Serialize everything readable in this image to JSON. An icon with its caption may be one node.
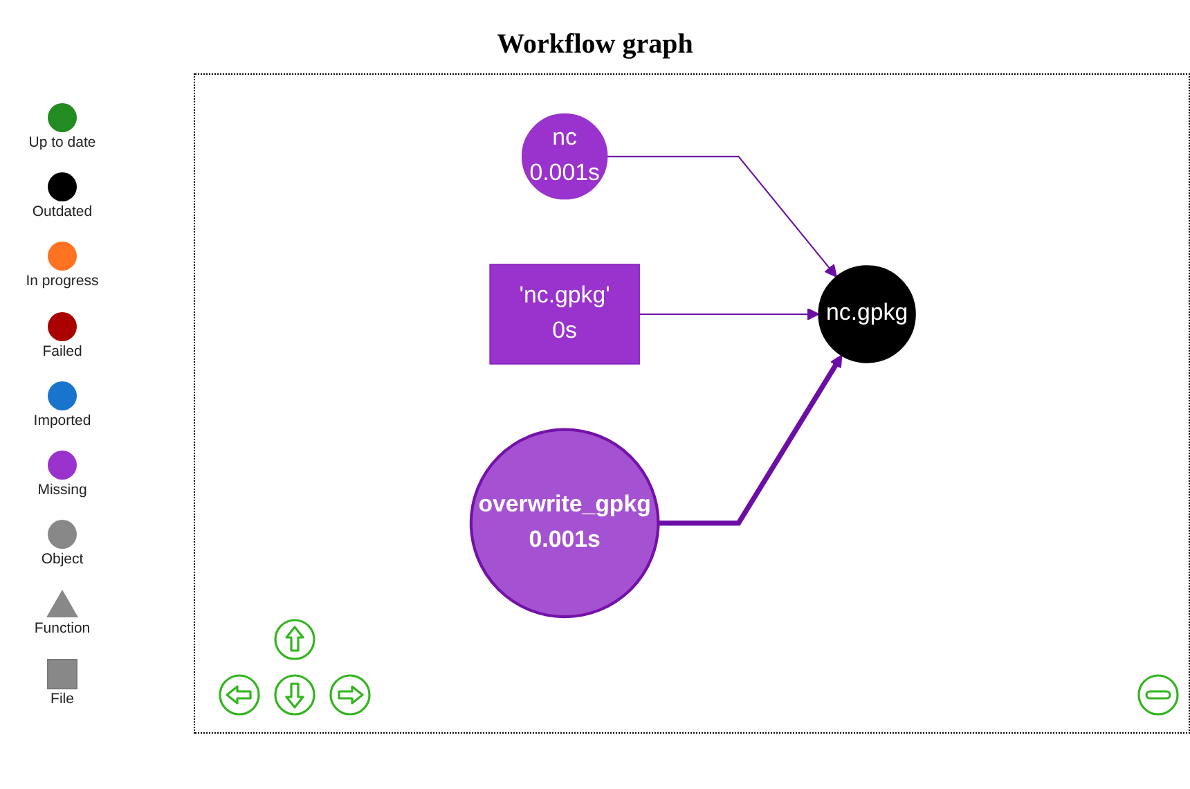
{
  "diagram": {
    "title": "Workflow graph",
    "nodes": [
      {
        "text": [
          "nc",
          "0.001s"
        ]
      },
      {
        "text": [
          "'nc.gpkg'",
          "0s"
        ]
      },
      {
        "text": [
          "overwrite_gpkg",
          "0.001s"
        ]
      },
      {
        "text": [
          "nc.gpkg"
        ]
      }
    ],
    "edges": [
      {
        "from": 0,
        "to": 3,
        "arrow": "to"
      },
      {
        "from": 1,
        "to": 3,
        "arrow": "to"
      },
      {
        "from": 2,
        "to": 3,
        "arrow": "to",
        "style": "thick"
      }
    ],
    "legend": [
      {
        "text": "Up to date",
        "color": "#228b22"
      },
      {
        "text": "Outdated",
        "color": "#000000"
      },
      {
        "text": "In progress",
        "color": "#ff7221"
      },
      {
        "text": "Failed",
        "color": "#aa0000"
      },
      {
        "text": "Imported",
        "color": "#1874cd"
      },
      {
        "text": "Missing",
        "color": "#9a32cd"
      },
      {
        "text": "Object",
        "color": "#888888"
      },
      {
        "text": "Function"
      },
      {
        "text": "File"
      }
    ]
  }
}
